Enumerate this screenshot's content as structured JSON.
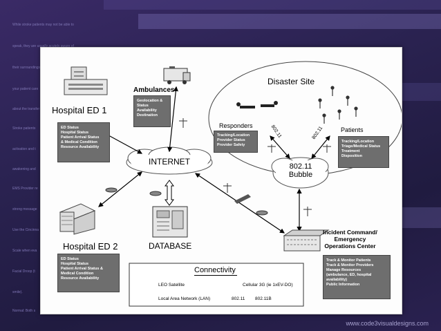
{
  "background_text": [
    "While stroke patients may not be able to",
    "speak, they are usually acutely aware of",
    "their surroundings",
    "your patient care",
    "about the transfer",
    "Stroke patients",
    "activation and t",
    "awakening and",
    "EMS Provider re",
    "strong message",
    "Use the Cincinna",
    "Scale when eva",
    "Facial Droop (t",
    "smile).",
    "Normal: Both s"
  ],
  "footer": "www.code3visualdesigns.com",
  "nodes": {
    "hospital1": {
      "title": "Hospital ED 1",
      "items": [
        "ED Status",
        "Hospital Status",
        "Patient Arrival Status",
        "& Medical Condition",
        "Resource Availability"
      ]
    },
    "hospital2": {
      "title": "Hospital ED 2",
      "items": [
        "ED Status",
        "Hospital Status",
        "Patient Arrival Status &",
        "Medical Condition",
        "Resource Availability"
      ]
    },
    "ambulances": {
      "title": "Ambulances",
      "items": [
        "Geolocation &",
        "Status",
        "Availability",
        "Destination"
      ]
    },
    "disaster": {
      "title": "Disaster Site"
    },
    "responders": {
      "title": "Responders",
      "items": [
        "Tracking/Location",
        "Provider Status",
        "Provider Safety"
      ]
    },
    "patients": {
      "title": "Patients",
      "items": [
        "Tracking/Location",
        "Triage/Medical Status",
        "Treatment",
        "Disposition"
      ]
    },
    "internet": {
      "title": "INTERNET"
    },
    "bubble": {
      "line1": "802.11",
      "line2": "Bubble"
    },
    "database": {
      "title": "DATABASE"
    },
    "command": {
      "line1": "Incident Command/",
      "line2": "Emergency",
      "line3": "Operations Center",
      "items": [
        "Track & Monitor Patients",
        "Track & Monitor Providers",
        "Manage Resources",
        "(ambulance, ED, hospital",
        "availability)",
        "Public Information"
      ]
    },
    "link1": "802.11",
    "link2": "802.11"
  },
  "legend": {
    "title": "Connectivity",
    "leo": "LEO Satellite",
    "cell": "Cellular 3G (ie 1xEV-DO)",
    "lan": "Local Area Network (LAN)",
    "wifi1": "802.11",
    "wifi2": "802.11B"
  }
}
